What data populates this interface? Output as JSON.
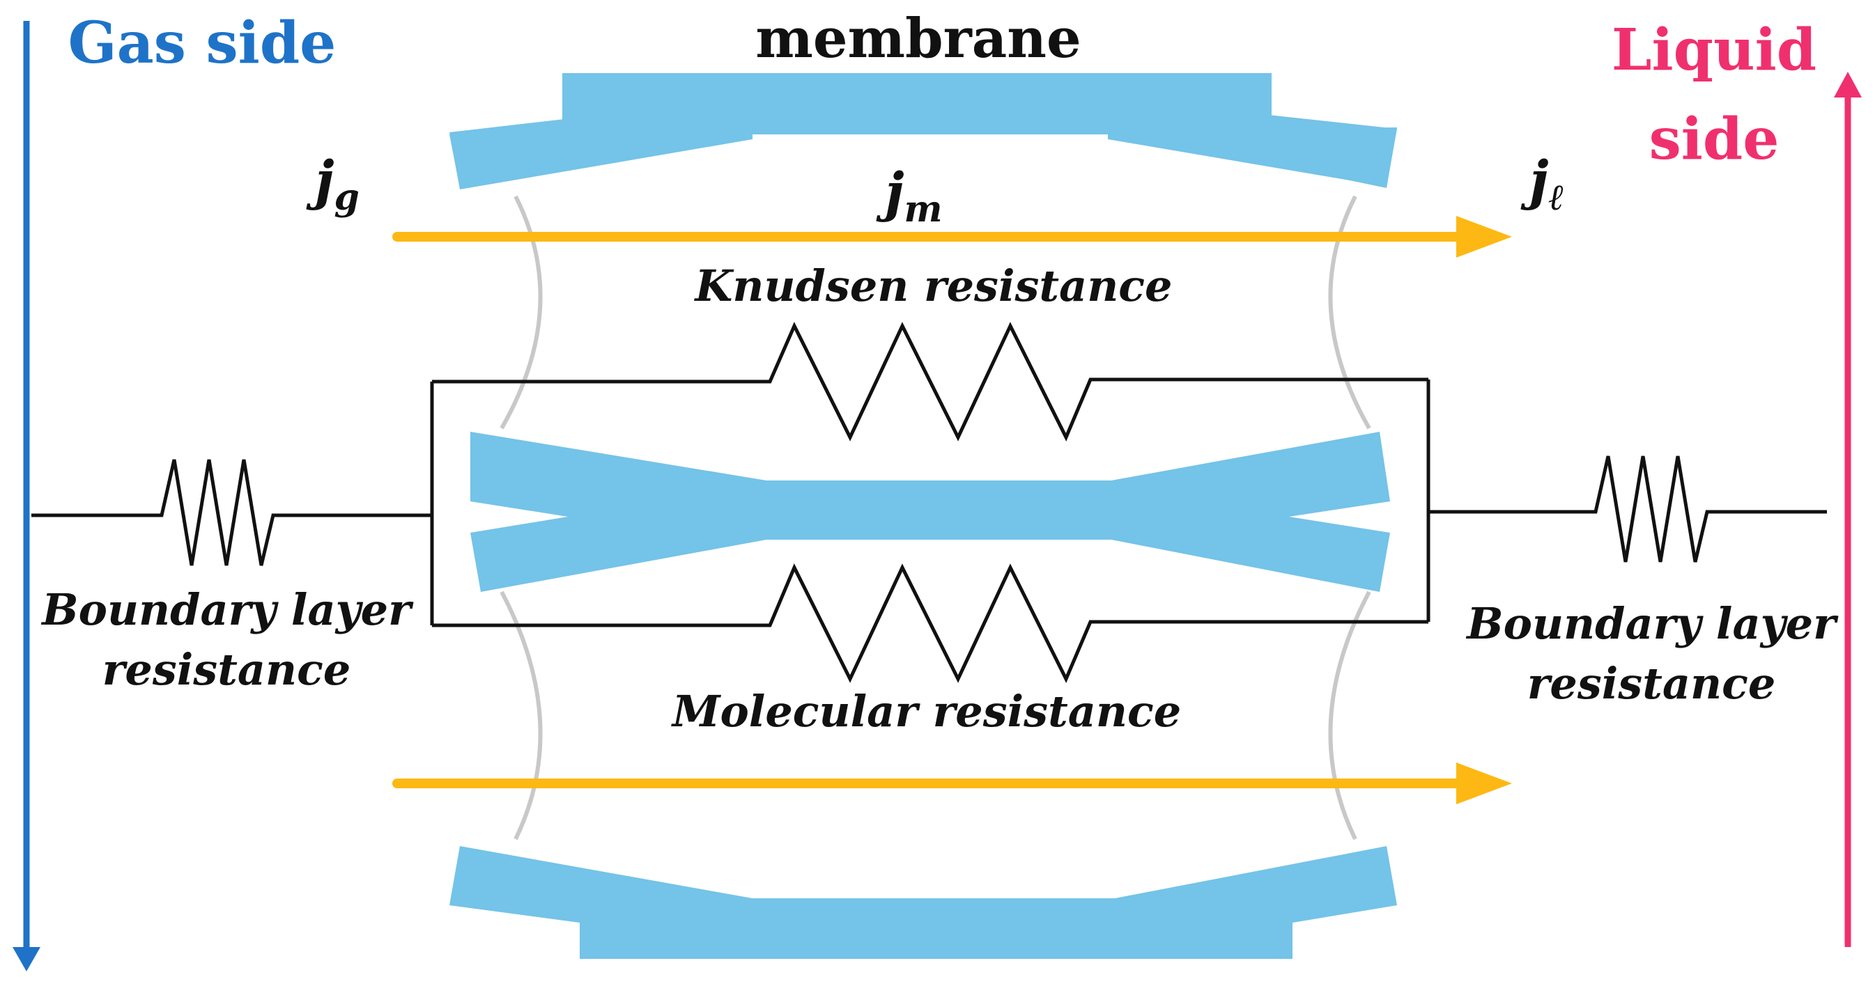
{
  "labels": {
    "gas_side": "Gas side",
    "liquid_side_line1": "Liquid",
    "liquid_side_line2": "side",
    "membrane": "membrane",
    "knudsen": "Knudsen resistance",
    "molecular": "Molecular resistance",
    "boundary_left_line1": "Boundary layer",
    "boundary_left_line2": "resistance",
    "boundary_right_line1": "Boundary layer",
    "boundary_right_line2": "resistance"
  },
  "flux": {
    "jg_base": "j",
    "jg_sub": "g",
    "jm_base": "j",
    "jm_sub": "m",
    "jl_base": "j",
    "jl_sub": "ℓ"
  },
  "colors": {
    "gas": "#1E73C8",
    "liquid": "#F0306E",
    "membrane": "#74C3E8",
    "arrow": "#FDB813",
    "wire": "#111111",
    "pore_outline": "#C8C8C8"
  }
}
